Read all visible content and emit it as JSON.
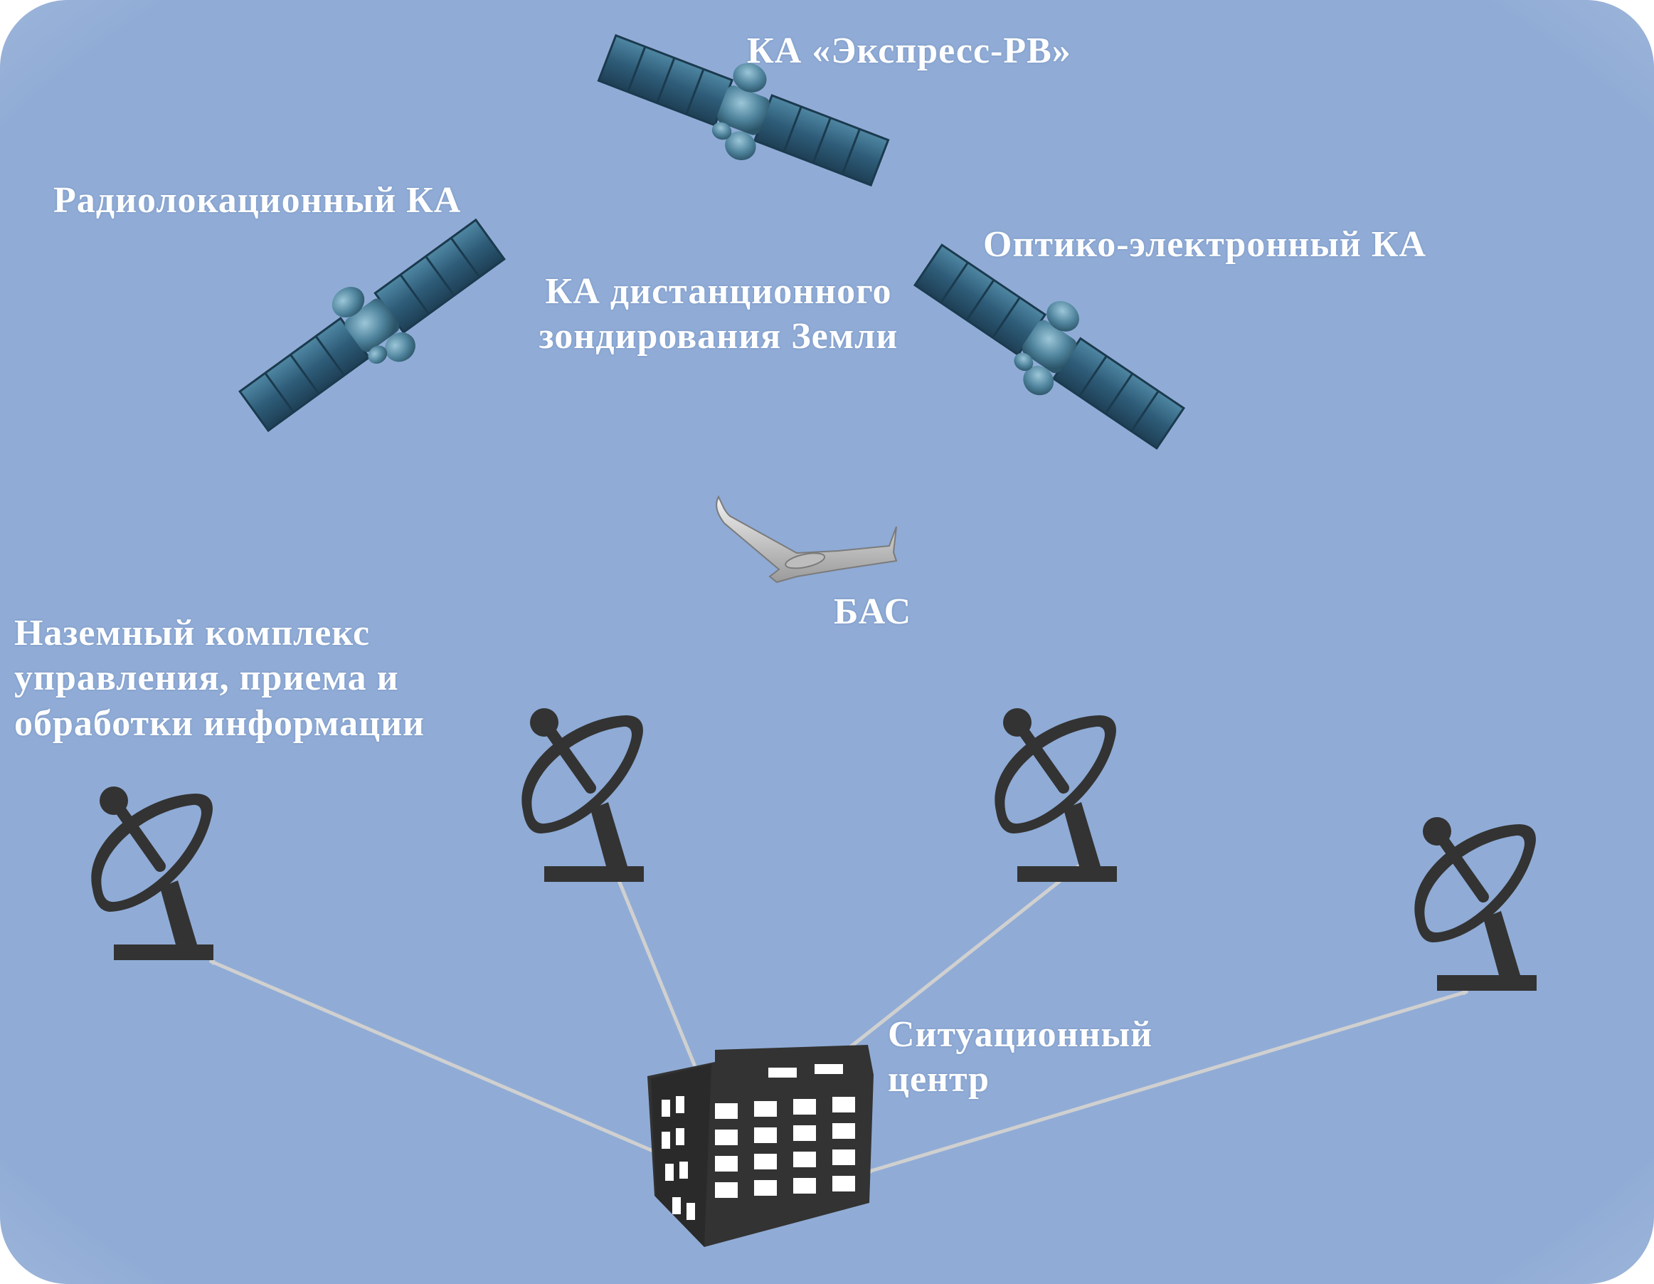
{
  "colors": {
    "background": "#8fabd6",
    "background_edge": "#aebfdb",
    "antenna": "#333333",
    "building": "#333333",
    "windows": "#ffffff",
    "arrows": "#d0d0d0",
    "label_text": "#ffffff",
    "satellite_panel": "#2f5e79",
    "satellite_body": "#5f95ad"
  },
  "labels": {
    "express_rv": "КА «Экспресс-РВ»",
    "radar_sat": "Радиолокационный КА",
    "optical_sat": "Оптико-электронный КА",
    "remote_sensing_line1": "КА дистанционного",
    "remote_sensing_line2": "зондирования Земли",
    "uav": "БАС",
    "ground_complex_line1": "Наземный комплекс",
    "ground_complex_line2": "управления,  приема и",
    "ground_complex_line3": "обработки информации",
    "situation_center_line1": "Ситуационный",
    "situation_center_line2": "центр"
  },
  "icons": {
    "satellites": [
      "satellite-icon",
      "satellite-icon",
      "satellite-icon"
    ],
    "uav": "uav-icon",
    "antennas": [
      "antenna-dish-icon",
      "antenna-dish-icon",
      "antenna-dish-icon",
      "antenna-dish-icon"
    ],
    "building": "building-icon"
  }
}
